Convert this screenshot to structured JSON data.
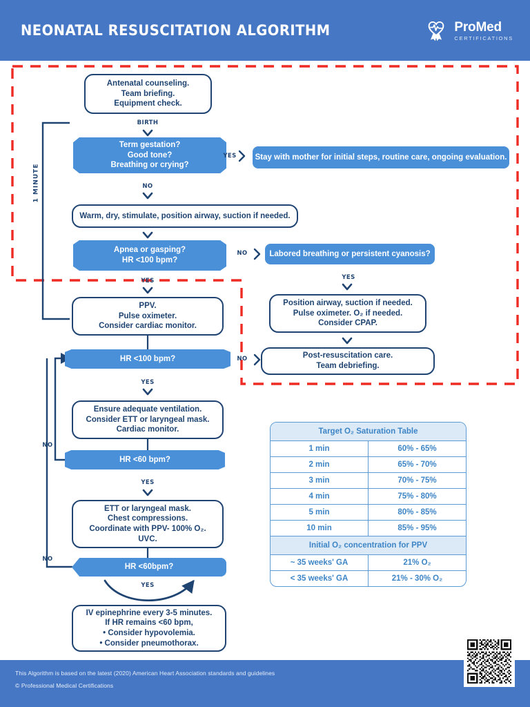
{
  "header": {
    "title": "NEONATAL RESUSCITATION ALGORITHM",
    "logo_name": "ProMed",
    "logo_sub": "CERTIFICATIONS",
    "logo_icon": "heart-ecg-ribbon-icon",
    "bg_color": "#4577c4"
  },
  "colors": {
    "header_blue": "#4577c4",
    "decision_blue": "#4a90d9",
    "box_navy": "#1f4472",
    "dashed_red": "#ee2b24",
    "table_blue": "#3d85c6",
    "table_header_bg": "#dceaf7"
  },
  "side_label": "1 MINUTE",
  "nodes": {
    "antenatal": "Antenatal counseling.\nTeam briefing.\nEquipment check.",
    "term_gestation": "Term gestation?\nGood tone?\nBreathing or crying?",
    "stay_with_mother": "Stay with mother for initial steps, routine care, ongoing evaluation.",
    "warm_dry": "Warm, dry, stimulate, position airway, suction if needed.",
    "apnea": "Apnea or gasping?\nHR <100 bpm?",
    "labored": "Labored breathing or persistent cyanosis?",
    "ppv": "PPV.\nPulse oximeter.\nConsider cardiac monitor.",
    "position_airway": "Position airway, suction if needed.\nPulse oximeter. O₂ if needed.\nConsider CPAP.",
    "hr100": "HR <100 bpm?",
    "post_resus": "Post-resuscitation care.\nTeam debriefing.",
    "ensure_vent": "Ensure adequate ventilation.\nConsider ETT or laryngeal mask.\nCardiac monitor.",
    "hr60a": "HR <60 bpm?",
    "ett": "ETT or laryngeal mask.\nChest compressions.\nCoordinate with PPV- 100% O₂.\nUVC.",
    "hr60b": "HR <60bpm?",
    "epinephrine": "IV epinephrine every 3-5 minutes.\nIf HR remains <60 bpm,\n• Consider hypovolemia.\n• Consider pneumothorax."
  },
  "edge_labels": {
    "birth": "BIRTH",
    "yes1": "YES",
    "no1": "NO",
    "no2": "NO",
    "yes2": "YES",
    "yes3": "YES",
    "no3": "NO",
    "yes4": "YES",
    "no4": "NO",
    "yes5": "YES",
    "no5": "NO",
    "yes6": "YES"
  },
  "table": {
    "header": "Target O₂ Saturation Table",
    "rows": [
      {
        "time": "1 min",
        "range": "60% - 65%"
      },
      {
        "time": "2 min",
        "range": "65% - 70%"
      },
      {
        "time": "3 min",
        "range": "70% - 75%"
      },
      {
        "time": "4 min",
        "range": "75% - 80%"
      },
      {
        "time": "5 min",
        "range": "80% - 85%"
      },
      {
        "time": "10 min",
        "range": "85% - 95%"
      }
    ],
    "subheader": "Initial O₂ concentration for PPV",
    "ppv_rows": [
      {
        "ga": "~ 35 weeks' GA",
        "conc": "21% O₂"
      },
      {
        "ga": "< 35 weeks' GA",
        "conc": "21% - 30% O₂"
      }
    ]
  },
  "footer": {
    "line1": "This Algorithm is based on the latest (2020) American Heart Association standards and guidelines",
    "line2": "© Professional Medical Certifications",
    "qr_name": "qr-code"
  }
}
